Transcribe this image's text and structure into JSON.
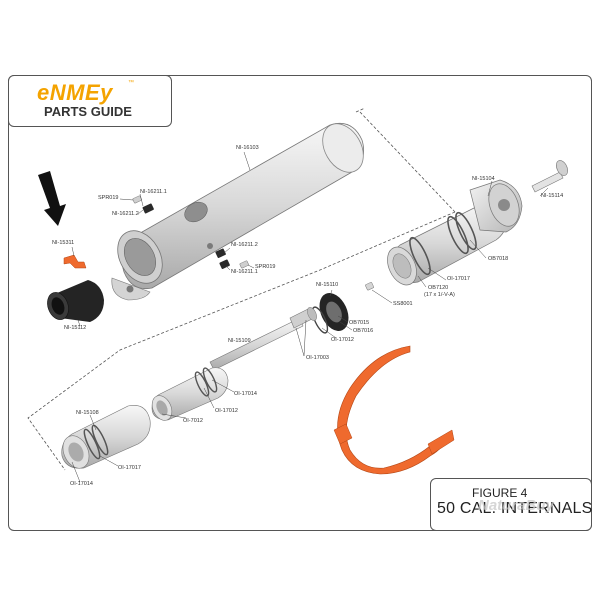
{
  "brand": {
    "logo": "eNMEy",
    "tm": "™",
    "subtitle": "PARTS GUIDE"
  },
  "figure": {
    "title": "FIGURE 4",
    "subtitle": "50 CAL. INTERNALS"
  },
  "watermark": "NaturaBuy",
  "colors": {
    "part_orange": "#ef6a2e",
    "part_metal": "#d9d9d9",
    "part_dark": "#1e1e1e",
    "logo": "#f4a300"
  },
  "labels": {
    "ni16103": "NI-16103",
    "spr019_a": "SPR019",
    "ni16211_1_a": "NI-16211.1",
    "ni16211_2_a": "NI-16211.2",
    "ni15311": "NI-15311",
    "ni15112": "NI-15112",
    "ni16211_2_b": "NI-16211.2",
    "ni16211_1_b": "NI-16211.1",
    "spr019_b": "SPR019",
    "ni15104": "NI-15104",
    "ni15114": "NI-15114",
    "ob7018": "OB7018",
    "oi17017_a": "OI-17017",
    "ob7120": "OB7120",
    "ob7120_size": "(17 x 1/-V-A)",
    "ss8001": "SS8001",
    "ni15110": "NI-15110",
    "ob7015": "OB7015",
    "ob7016": "OB7016",
    "oi17012_a": "OI-17012",
    "ni15109": "NI-15109",
    "oi17003": "OI-17003",
    "oi17014_a": "OI-17014",
    "oi17012_b": "OI-17012",
    "oi7012": "OI-7012",
    "ni15108": "NI-15108",
    "oi17017_b": "OI-17017",
    "oi17014_b": "OI-17014"
  }
}
